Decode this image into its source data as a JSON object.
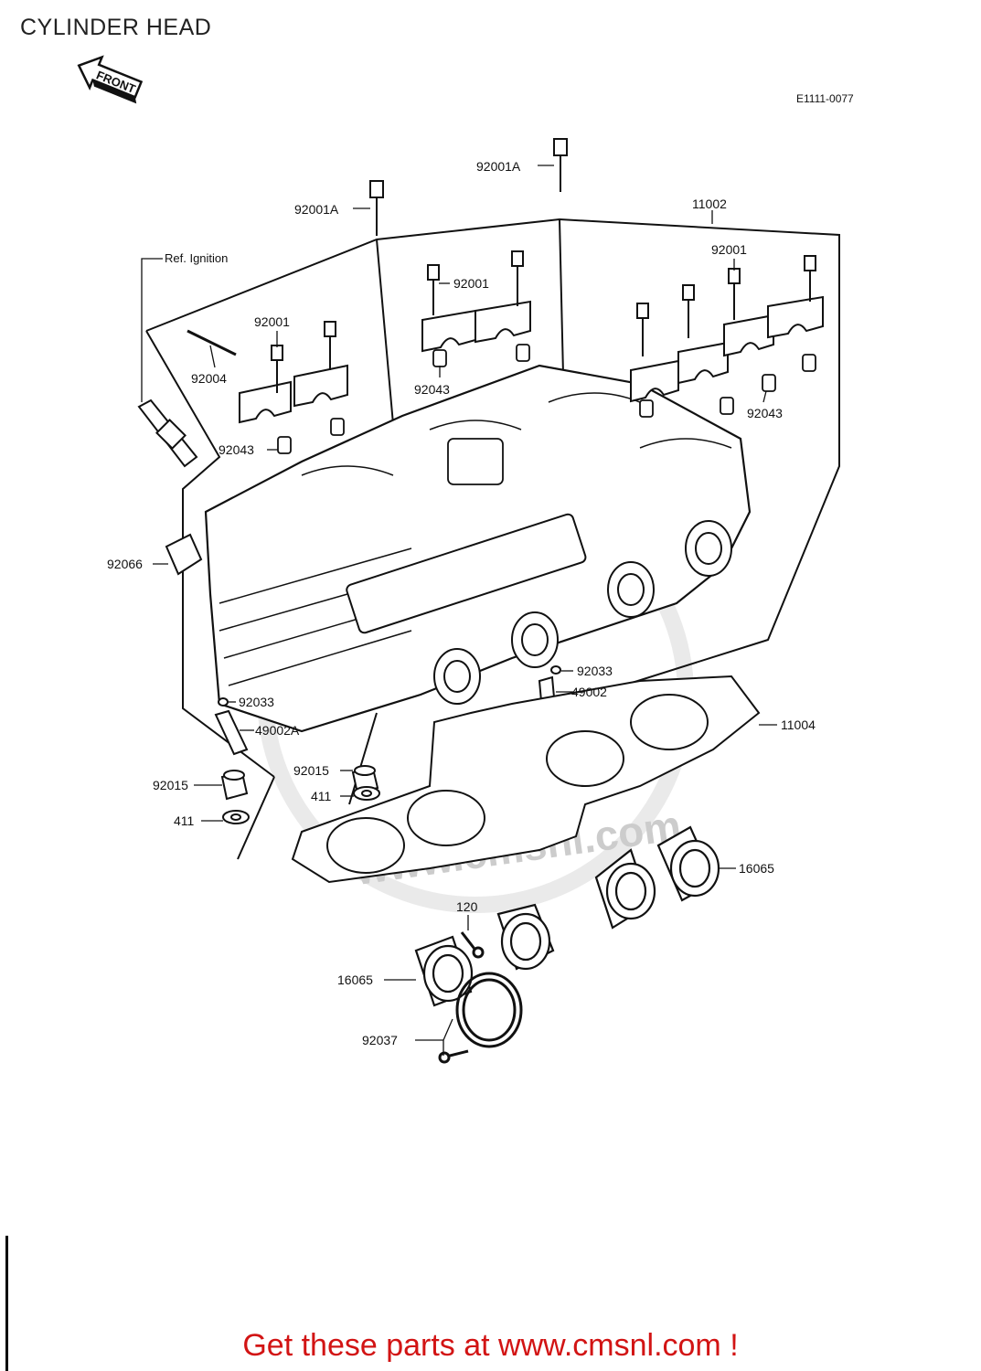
{
  "header": {
    "title": "CYLINDER HEAD",
    "front_label": "FRONT",
    "diagram_code": "E1111-0077"
  },
  "callouts": {
    "bolt_a_top": "92001A",
    "bolt_a_left": "92001A",
    "head_assy": "11002",
    "ref_ignition": "Ref. Ignition",
    "bolt_left": "92001",
    "bolt_mid": "92001",
    "bolt_right": "92001",
    "stud": "92004",
    "dowel_mid": "92043",
    "dowel_left": "92043",
    "dowel_right": "92043",
    "cap": "92066",
    "ring_right": "92033",
    "guide_right": "49002",
    "ring_left": "92033",
    "guide_left": "49002A",
    "gasket": "11004",
    "nut_mid": "92015",
    "nut_left": "92015",
    "washer_mid": "411",
    "washer_left": "411",
    "holder_right": "16065",
    "screw": "120",
    "holder_left": "16065",
    "clamp": "92037"
  },
  "watermark": "www.cmsnl.com",
  "footer": {
    "text": "Get these parts at www.cmsnl.com !",
    "color": "#d21414"
  }
}
